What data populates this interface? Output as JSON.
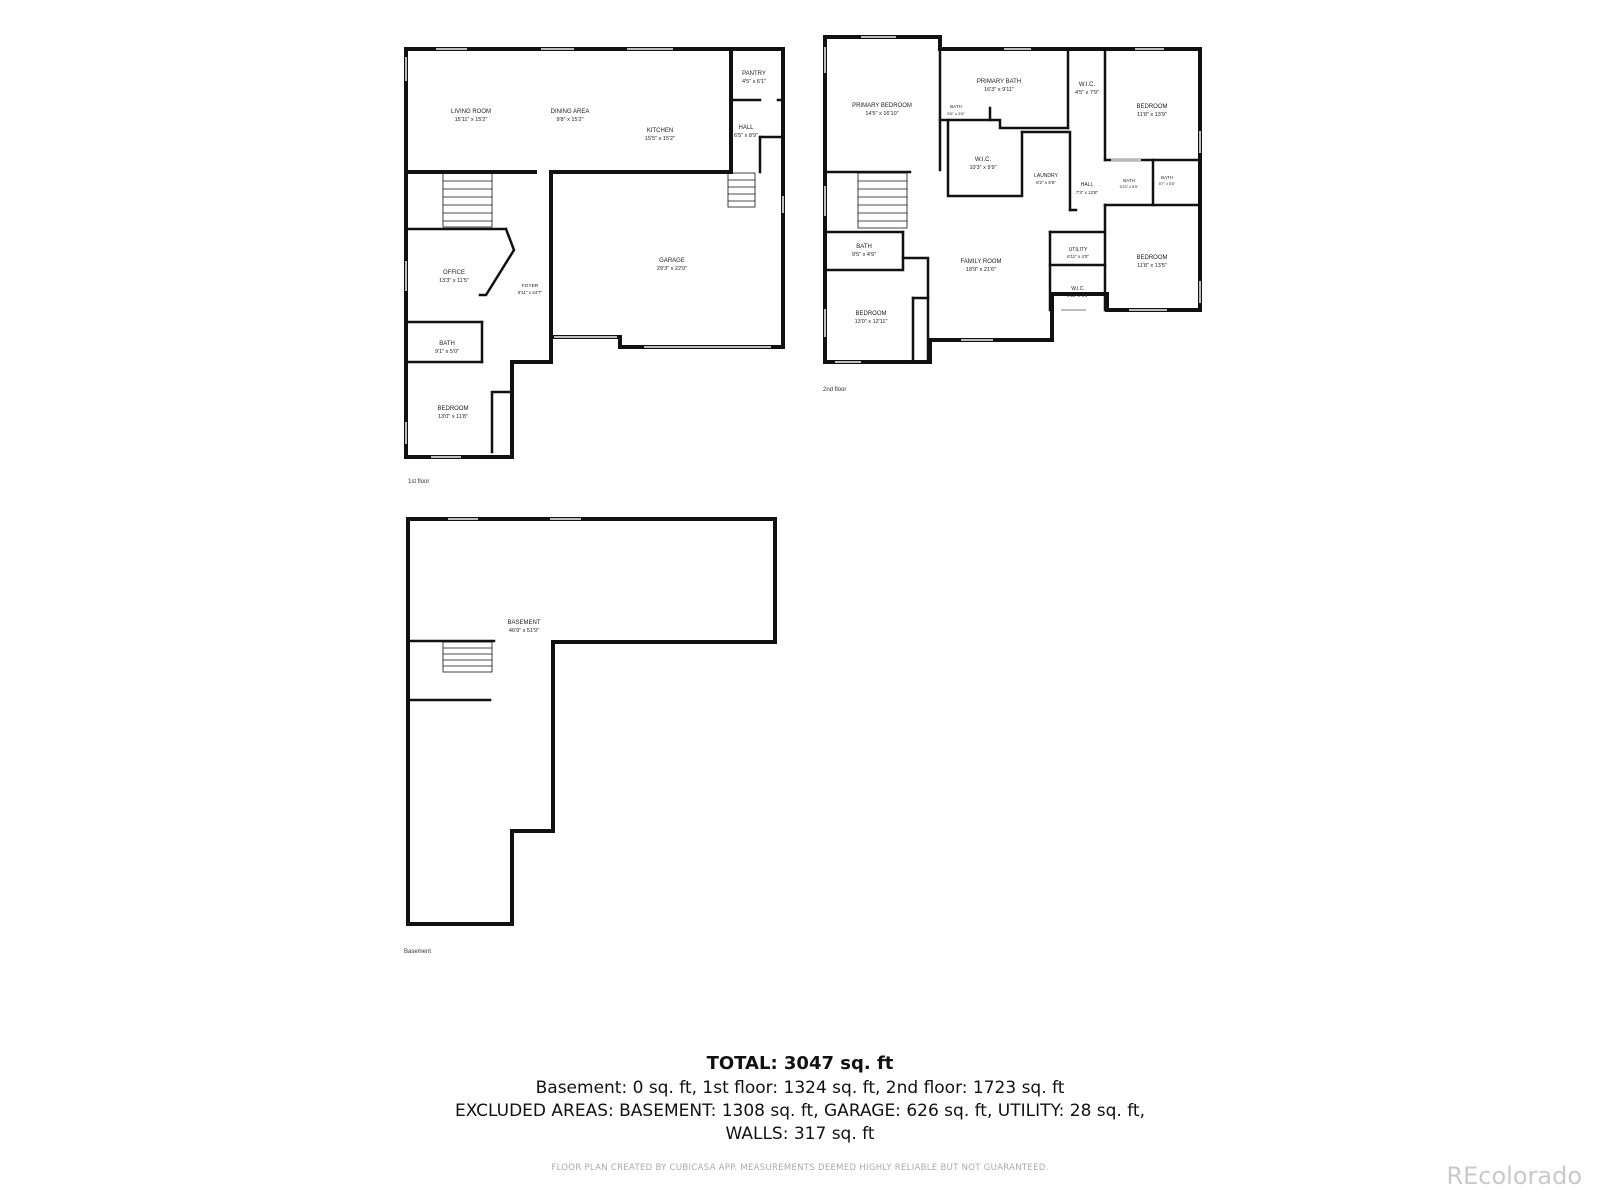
{
  "colors": {
    "wall": "#111111",
    "window": "#bdbdbd",
    "text": "#222222",
    "watermark": "#c9c9c9"
  },
  "floors": {
    "first": {
      "label": "1st floor",
      "rooms": {
        "living_room": {
          "name": "LIVING ROOM",
          "dims": "15'11\" x 15'2\""
        },
        "dining_area": {
          "name": "DINING AREA",
          "dims": "9'8\" x 15'2\""
        },
        "kitchen": {
          "name": "KITCHEN",
          "dims": "15'5\" x 15'2\""
        },
        "pantry": {
          "name": "PANTRY",
          "dims": "4'5\" x 6'1\""
        },
        "hall": {
          "name": "HALL",
          "dims": "6'5\" x 8'9\""
        },
        "garage": {
          "name": "GARAGE",
          "dims": "29'3\" x 22'0\""
        },
        "office": {
          "name": "OFFICE",
          "dims": "13'3\" x 11'5\""
        },
        "foyer": {
          "name": "FOYER",
          "dims": "6'11\" x 24'7\""
        },
        "bath": {
          "name": "BATH",
          "dims": "9'1\" x 5'0\""
        },
        "bedroom": {
          "name": "BEDROOM",
          "dims": "13'0\" x 11'8\""
        }
      }
    },
    "second": {
      "label": "2nd floor",
      "rooms": {
        "primary_bedroom": {
          "name": "PRIMARY BEDROOM",
          "dims": "14'5\" x 16'10\""
        },
        "primary_bath": {
          "name": "PRIMARY BATH",
          "dims": "16'3\" x 9'11\""
        },
        "bath_small": {
          "name": "BATH",
          "dims": "5'6\" x 2'6\""
        },
        "wic_primary": {
          "name": "W.I.C.",
          "dims": "10'3\" x 9'9\""
        },
        "wic_top": {
          "name": "W.I.C.",
          "dims": "4'5\" x 7'9\""
        },
        "bedroom_ne": {
          "name": "BEDROOM",
          "dims": "11'8\" x 13'9\""
        },
        "laundry": {
          "name": "LAUNDRY",
          "dims": "6'2\" x 8'5\""
        },
        "hall": {
          "name": "HALL",
          "dims": "7'3\" x 12'8\""
        },
        "bath_a": {
          "name": "BATH",
          "dims": "5'10\" x 5'5\""
        },
        "bath_b": {
          "name": "BATH",
          "dims": "5'7\" x 5'5\""
        },
        "bath_west": {
          "name": "BATH",
          "dims": "9'5\" x 4'9\""
        },
        "family_room": {
          "name": "FAMILY ROOM",
          "dims": "18'9\" x 21'6\""
        },
        "utility": {
          "name": "UTILITY",
          "dims": "6'11\" x 4'0\""
        },
        "bedroom_se": {
          "name": "BEDROOM",
          "dims": "11'8\" x 13'5\""
        },
        "wic_bottom": {
          "name": "W.I.C.",
          "dims": "6'11\" x 5'5\""
        },
        "bedroom_sw": {
          "name": "BEDROOM",
          "dims": "13'0\" x 12'11\""
        }
      }
    },
    "basement": {
      "label": "Basement",
      "rooms": {
        "basement": {
          "name": "BASEMENT",
          "dims": "46'9\" x 51'9\""
        }
      }
    }
  },
  "summary": {
    "total": "TOTAL: 3047 sq. ft",
    "line1": "Basement: 0 sq. ft, 1st floor: 1324 sq. ft, 2nd floor: 1723 sq. ft",
    "line2": "EXCLUDED AREAS: BASEMENT: 1308 sq. ft, GARAGE: 626 sq. ft, UTILITY: 28 sq. ft,",
    "line3": "WALLS: 317 sq. ft"
  },
  "disclaimer": "FLOOR PLAN CREATED BY CUBICASA APP. MEASUREMENTS DEEMED HIGHLY RELIABLE BUT NOT GUARANTEED.",
  "watermark": "REcolorado"
}
